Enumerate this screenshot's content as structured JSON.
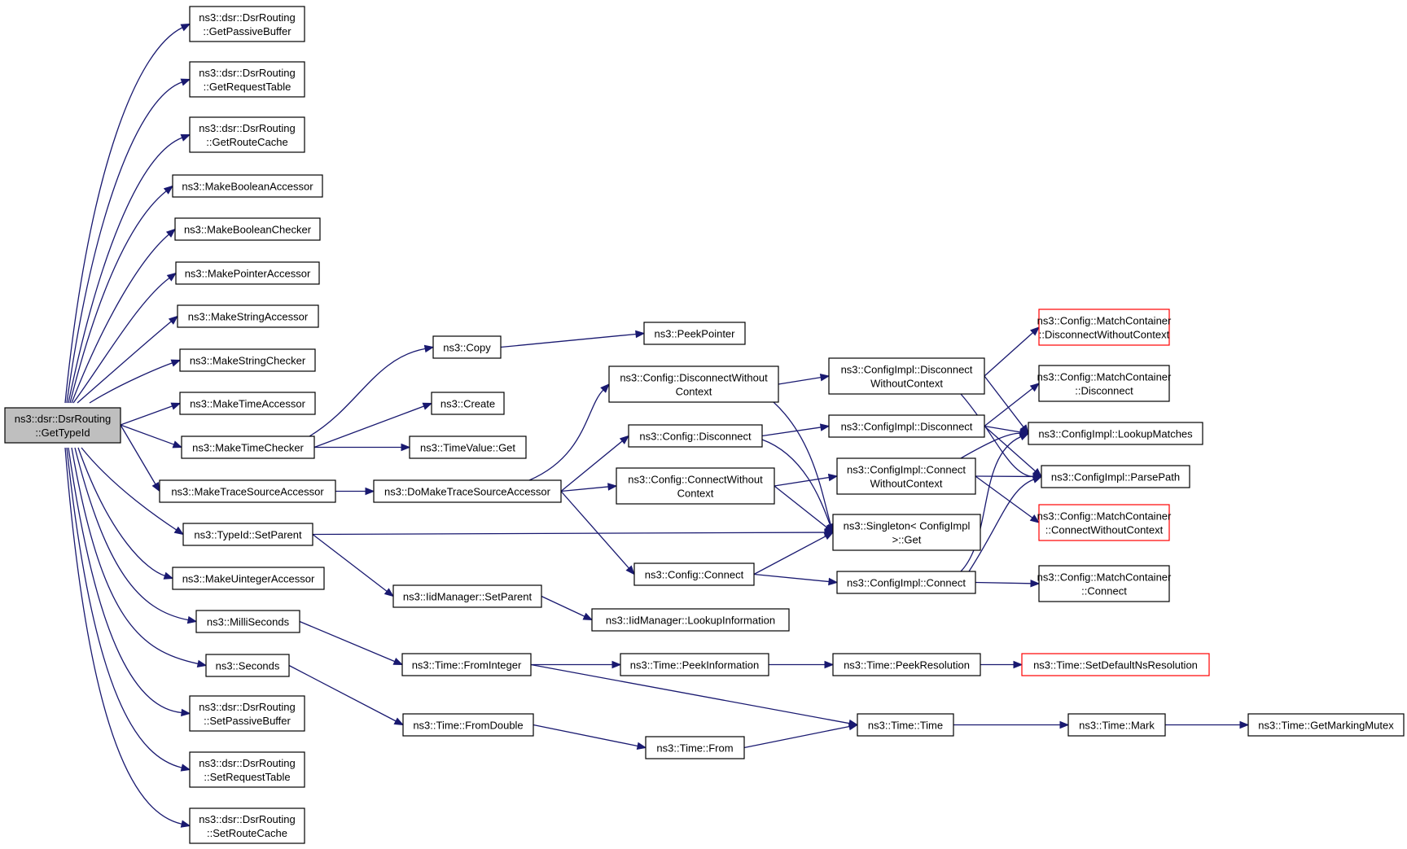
{
  "colors": {
    "edge": "#191970",
    "root_fill": "#bfbfbf",
    "red_border": "#ff0000",
    "border": "#000000"
  },
  "nodes": [
    {
      "id": "root",
      "lines": [
        "ns3::dsr::DsrRouting",
        "::GetTypeId"
      ],
      "style": "root"
    },
    {
      "id": "gpb",
      "lines": [
        "ns3::dsr::DsrRouting",
        "::GetPassiveBuffer"
      ]
    },
    {
      "id": "grt",
      "lines": [
        "ns3::dsr::DsrRouting",
        "::GetRequestTable"
      ]
    },
    {
      "id": "grc",
      "lines": [
        "ns3::dsr::DsrRouting",
        "::GetRouteCache"
      ]
    },
    {
      "id": "mba",
      "lines": [
        "ns3::MakeBooleanAccessor"
      ]
    },
    {
      "id": "mbc",
      "lines": [
        "ns3::MakeBooleanChecker"
      ]
    },
    {
      "id": "mpa",
      "lines": [
        "ns3::MakePointerAccessor"
      ]
    },
    {
      "id": "msa",
      "lines": [
        "ns3::MakeStringAccessor"
      ]
    },
    {
      "id": "msc",
      "lines": [
        "ns3::MakeStringChecker"
      ]
    },
    {
      "id": "mta",
      "lines": [
        "ns3::MakeTimeAccessor"
      ]
    },
    {
      "id": "mtc",
      "lines": [
        "ns3::MakeTimeChecker"
      ]
    },
    {
      "id": "mtsa",
      "lines": [
        "ns3::MakeTraceSourceAccessor"
      ]
    },
    {
      "id": "tsp",
      "lines": [
        "ns3::TypeId::SetParent"
      ]
    },
    {
      "id": "mua",
      "lines": [
        "ns3::MakeUintegerAccessor"
      ]
    },
    {
      "id": "ms",
      "lines": [
        "ns3::MilliSeconds"
      ]
    },
    {
      "id": "sec",
      "lines": [
        "ns3::Seconds"
      ]
    },
    {
      "id": "spb",
      "lines": [
        "ns3::dsr::DsrRouting",
        "::SetPassiveBuffer"
      ]
    },
    {
      "id": "srt",
      "lines": [
        "ns3::dsr::DsrRouting",
        "::SetRequestTable"
      ]
    },
    {
      "id": "src",
      "lines": [
        "ns3::dsr::DsrRouting",
        "::SetRouteCache"
      ]
    },
    {
      "id": "copy",
      "lines": [
        "ns3::Copy"
      ]
    },
    {
      "id": "create",
      "lines": [
        "ns3::Create"
      ]
    },
    {
      "id": "tvget",
      "lines": [
        "ns3::TimeValue::Get"
      ]
    },
    {
      "id": "dmtsa",
      "lines": [
        "ns3::DoMakeTraceSourceAccessor"
      ]
    },
    {
      "id": "iidsp",
      "lines": [
        "ns3::IidManager::SetParent"
      ]
    },
    {
      "id": "tfi",
      "lines": [
        "ns3::Time::FromInteger"
      ]
    },
    {
      "id": "tfd",
      "lines": [
        "ns3::Time::FromDouble"
      ]
    },
    {
      "id": "peek",
      "lines": [
        "ns3::PeekPointer"
      ]
    },
    {
      "id": "cdwc",
      "lines": [
        "ns3::Config::DisconnectWithout",
        "Context"
      ]
    },
    {
      "id": "cd",
      "lines": [
        "ns3::Config::Disconnect"
      ]
    },
    {
      "id": "ccwc",
      "lines": [
        "ns3::Config::ConnectWithout",
        "Context"
      ]
    },
    {
      "id": "cc",
      "lines": [
        "ns3::Config::Connect"
      ]
    },
    {
      "id": "iidli",
      "lines": [
        "ns3::IidManager::LookupInformation"
      ]
    },
    {
      "id": "tpi",
      "lines": [
        "ns3::Time::PeekInformation"
      ]
    },
    {
      "id": "tfrom",
      "lines": [
        "ns3::Time::From"
      ]
    },
    {
      "id": "cidwc",
      "lines": [
        "ns3::ConfigImpl::Disconnect",
        "WithoutContext"
      ]
    },
    {
      "id": "cid",
      "lines": [
        "ns3::ConfigImpl::Disconnect"
      ]
    },
    {
      "id": "cicwc",
      "lines": [
        "ns3::ConfigImpl::Connect",
        "WithoutContext"
      ]
    },
    {
      "id": "sget",
      "lines": [
        "ns3::Singleton< ConfigImpl",
        ">::Get"
      ]
    },
    {
      "id": "cic",
      "lines": [
        "ns3::ConfigImpl::Connect"
      ]
    },
    {
      "id": "tpr",
      "lines": [
        "ns3::Time::PeekResolution"
      ]
    },
    {
      "id": "ttime",
      "lines": [
        "ns3::Time::Time"
      ]
    },
    {
      "id": "mcdwc",
      "lines": [
        "ns3::Config::MatchContainer",
        "::DisconnectWithoutContext"
      ],
      "style": "red"
    },
    {
      "id": "mcd",
      "lines": [
        "ns3::Config::MatchContainer",
        "::Disconnect"
      ]
    },
    {
      "id": "cilm",
      "lines": [
        "ns3::ConfigImpl::LookupMatches"
      ]
    },
    {
      "id": "cipp",
      "lines": [
        "ns3::ConfigImpl::ParsePath"
      ]
    },
    {
      "id": "mccwc",
      "lines": [
        "ns3::Config::MatchContainer",
        "::ConnectWithoutContext"
      ],
      "style": "red"
    },
    {
      "id": "mcc",
      "lines": [
        "ns3::Config::MatchContainer",
        "::Connect"
      ]
    },
    {
      "id": "tsdnr",
      "lines": [
        "ns3::Time::SetDefaultNsResolution"
      ],
      "style": "red"
    },
    {
      "id": "tmark",
      "lines": [
        "ns3::Time::Mark"
      ]
    },
    {
      "id": "tgmm",
      "lines": [
        "ns3::Time::GetMarkingMutex"
      ]
    }
  ],
  "edges": [
    [
      "root",
      "gpb"
    ],
    [
      "root",
      "grt"
    ],
    [
      "root",
      "grc"
    ],
    [
      "root",
      "mba"
    ],
    [
      "root",
      "mbc"
    ],
    [
      "root",
      "mpa"
    ],
    [
      "root",
      "msa"
    ],
    [
      "root",
      "msc"
    ],
    [
      "root",
      "mta"
    ],
    [
      "root",
      "mtc"
    ],
    [
      "root",
      "mtsa"
    ],
    [
      "root",
      "tsp"
    ],
    [
      "root",
      "mua"
    ],
    [
      "root",
      "ms"
    ],
    [
      "root",
      "sec"
    ],
    [
      "root",
      "spb"
    ],
    [
      "root",
      "srt"
    ],
    [
      "root",
      "src"
    ],
    [
      "mtc",
      "copy"
    ],
    [
      "mtc",
      "create"
    ],
    [
      "mtc",
      "tvget"
    ],
    [
      "copy",
      "peek"
    ],
    [
      "mtsa",
      "dmtsa"
    ],
    [
      "dmtsa",
      "cdwc"
    ],
    [
      "dmtsa",
      "cd"
    ],
    [
      "dmtsa",
      "ccwc"
    ],
    [
      "dmtsa",
      "cc"
    ],
    [
      "tsp",
      "sget"
    ],
    [
      "tsp",
      "iidsp"
    ],
    [
      "iidsp",
      "iidli"
    ],
    [
      "ms",
      "tfi"
    ],
    [
      "sec",
      "tfd"
    ],
    [
      "tfi",
      "tpi"
    ],
    [
      "tfi",
      "ttime"
    ],
    [
      "tfd",
      "tfrom"
    ],
    [
      "tfrom",
      "ttime"
    ],
    [
      "tpi",
      "tpr"
    ],
    [
      "tpr",
      "tsdnr"
    ],
    [
      "ttime",
      "tmark"
    ],
    [
      "tmark",
      "tgmm"
    ],
    [
      "cdwc",
      "cidwc"
    ],
    [
      "cdwc",
      "sget"
    ],
    [
      "cd",
      "cid"
    ],
    [
      "cd",
      "sget"
    ],
    [
      "ccwc",
      "cicwc"
    ],
    [
      "ccwc",
      "sget"
    ],
    [
      "cc",
      "sget"
    ],
    [
      "cc",
      "cic"
    ],
    [
      "cidwc",
      "mcdwc"
    ],
    [
      "cidwc",
      "cilm"
    ],
    [
      "cidwc",
      "cipp"
    ],
    [
      "cid",
      "mcd"
    ],
    [
      "cid",
      "cilm"
    ],
    [
      "cid",
      "cipp"
    ],
    [
      "cicwc",
      "cilm"
    ],
    [
      "cicwc",
      "cipp"
    ],
    [
      "cicwc",
      "mccwc"
    ],
    [
      "cic",
      "cilm"
    ],
    [
      "cic",
      "cipp"
    ],
    [
      "cic",
      "mcc"
    ]
  ]
}
